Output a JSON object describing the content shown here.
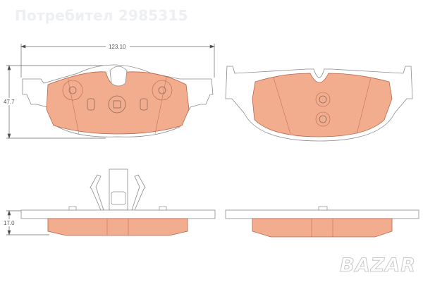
{
  "watermark": {
    "text": "Потребител 2985315"
  },
  "brand": {
    "text": "BAZAR"
  },
  "dimensions": {
    "width_label": "123.10",
    "height_label": "47.7",
    "thickness_label": "17.0"
  },
  "colors": {
    "friction_material": "#f2ad8e",
    "outline": "#8a8a8a",
    "friction_outline": "#b8644a",
    "watermark": "#eeeff3"
  },
  "views": [
    {
      "name": "front-pad-face-view"
    },
    {
      "name": "rear-pad-face-view"
    },
    {
      "name": "front-pad-side-view"
    },
    {
      "name": "rear-pad-side-view"
    }
  ]
}
